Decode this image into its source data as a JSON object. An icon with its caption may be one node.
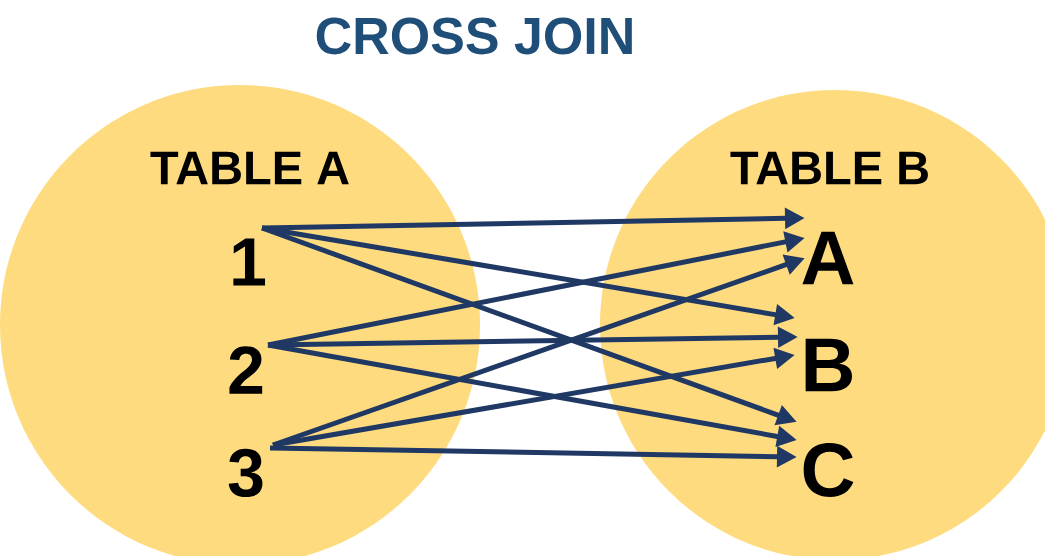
{
  "diagram": {
    "title": "CROSS JOIN",
    "nodes": [
      {
        "text": [
          "TABLE A"
        ]
      },
      {
        "text": [
          "1"
        ],
        "in": 0
      },
      {
        "text": [
          "2"
        ],
        "in": 0
      },
      {
        "text": [
          "3"
        ],
        "in": 0
      },
      {
        "text": [
          "TABLE B"
        ]
      },
      {
        "text": [
          "A"
        ],
        "in": 4
      },
      {
        "text": [
          "B"
        ],
        "in": 4
      },
      {
        "text": [
          "C"
        ],
        "in": 4
      }
    ],
    "edges": [
      {
        "from": 1,
        "to": 5,
        "arrow": "to"
      },
      {
        "from": 1,
        "to": 6,
        "arrow": "to"
      },
      {
        "from": 1,
        "to": 7,
        "arrow": "to"
      },
      {
        "from": 2,
        "to": 5,
        "arrow": "to"
      },
      {
        "from": 2,
        "to": 6,
        "arrow": "to"
      },
      {
        "from": 2,
        "to": 7,
        "arrow": "to"
      },
      {
        "from": 3,
        "to": 5,
        "arrow": "to"
      },
      {
        "from": 3,
        "to": 6,
        "arrow": "to"
      },
      {
        "from": 3,
        "to": 7,
        "arrow": "to"
      }
    ]
  }
}
